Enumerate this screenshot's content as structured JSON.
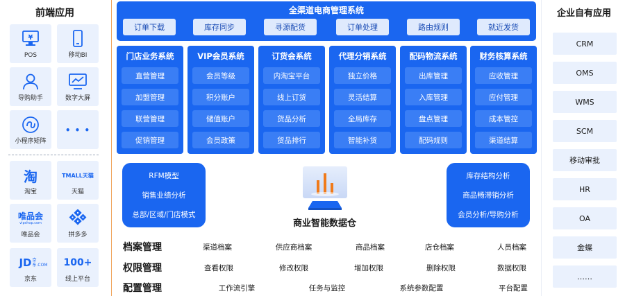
{
  "front_apps": {
    "title": "前端应用",
    "tiles": [
      {
        "label": "POS",
        "icon": "pos-terminal-icon",
        "glyph": "¥"
      },
      {
        "label": "移动BI",
        "icon": "mobile-phone-icon"
      },
      {
        "label": "导购助手",
        "icon": "user-icon"
      },
      {
        "label": "数字大屏",
        "icon": "monitor-chart-icon"
      },
      {
        "label": "小程序矩阵",
        "icon": "mini-program-icon"
      },
      {
        "label": "",
        "icon": "more-dots-icon",
        "glyph": "• • •"
      }
    ],
    "platforms": [
      {
        "label": "淘宝",
        "logo": "淘"
      },
      {
        "label": "天猫",
        "logo": "TMALL天猫"
      },
      {
        "label": "唯品会",
        "logo": "唯品会",
        "logo_sub": "vipshop.com"
      },
      {
        "label": "拼多多",
        "icon": "pinduoduo-logo-icon"
      },
      {
        "label": "京东",
        "logo": "JD",
        "logo_sub": "京东.COM"
      },
      {
        "label": "线上平台",
        "logo": "100+"
      }
    ]
  },
  "omni": {
    "title": "全渠道电商管理系统",
    "tabs": [
      "订单下载",
      "库存同步",
      "寻源配货",
      "订单处理",
      "路由规则",
      "就近发货"
    ]
  },
  "systems": [
    {
      "title": "门店业务系统",
      "items": [
        "直营管理",
        "加盟管理",
        "联营管理",
        "促销管理"
      ]
    },
    {
      "title": "VIP会员系统",
      "items": [
        "会员等级",
        "积分账户",
        "储值账户",
        "会员政策"
      ]
    },
    {
      "title": "订货会系统",
      "items": [
        "内淘宝平台",
        "线上订货",
        "货品分析",
        "货品排行"
      ]
    },
    {
      "title": "代理分销系统",
      "items": [
        "独立价格",
        "灵活结算",
        "全局库存",
        "智能补货"
      ]
    },
    {
      "title": "配码物流系统",
      "items": [
        "出库管理",
        "入库管理",
        "盘点管理",
        "配码规则"
      ]
    },
    {
      "title": "财务核算系统",
      "items": [
        "应收管理",
        "应付管理",
        "成本管控",
        "渠道结算"
      ]
    }
  ],
  "analytics_left": [
    "RFM模型",
    "销售业绩分析",
    "总部/区域/门店模式"
  ],
  "analytics_right": [
    "库存结构分析",
    "商品畅滞销分析",
    "会员分析/导购分析"
  ],
  "data_warehouse": {
    "title": "商业智能数据仓",
    "icon": "bar-chart-warehouse-icon"
  },
  "management": [
    {
      "label": "档案管理",
      "items": [
        "渠道档案",
        "供应商档案",
        "商品档案",
        "店仓档案",
        "人员档案"
      ]
    },
    {
      "label": "权限管理",
      "items": [
        "查看权限",
        "修改权限",
        "增加权限",
        "删除权限",
        "数据权限"
      ]
    },
    {
      "label": "配置管理",
      "items": [
        "工作流引擎",
        "任务与监控",
        "系统参数配置",
        "平台配置"
      ]
    }
  ],
  "enterprise": {
    "title": "企业自有应用",
    "items": [
      "CRM",
      "OMS",
      "WMS",
      "SCM",
      "移动审批",
      "HR",
      "OA",
      "金蝶",
      "……"
    ]
  },
  "colors": {
    "primary": "#1a66f0",
    "light_tile": "#eaf1fd",
    "separator": "#f0a35a",
    "accent_orange": "#f07a1a"
  }
}
